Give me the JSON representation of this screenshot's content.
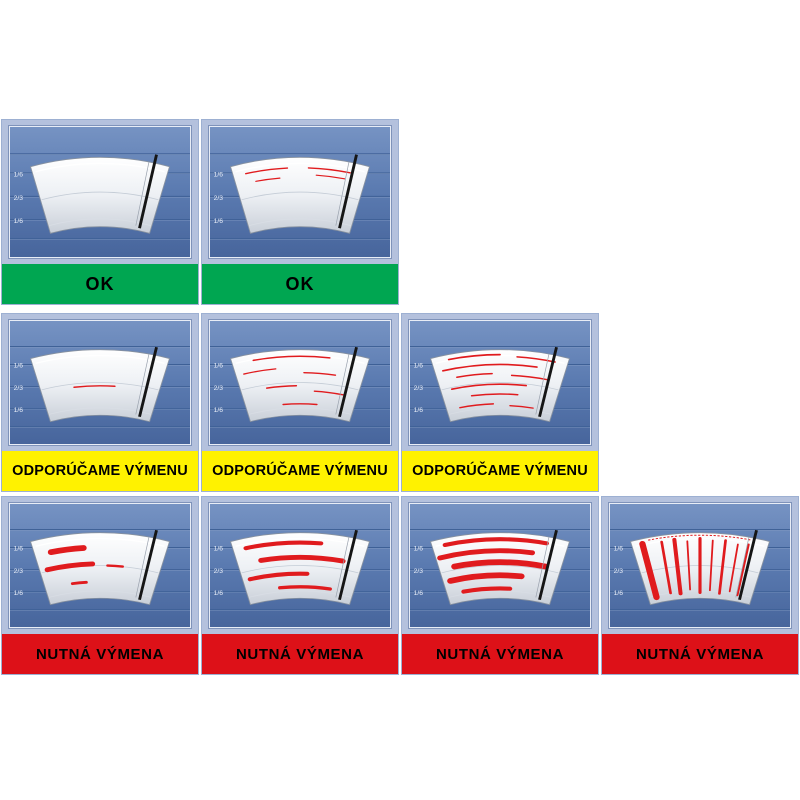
{
  "page": {
    "background": "#ffffff"
  },
  "colors": {
    "cell_background": "#b4c1dd",
    "screen_blue_top": "#7693c3",
    "screen_blue_bottom": "#47659c",
    "grid_line_blue": "#3a5c92",
    "band_green": "#00a651",
    "band_yellow": "#fff200",
    "band_red": "#dd1118",
    "label_text": "#000000",
    "scale_text": "#e9eef8",
    "streak_red": "#e01b1e",
    "blade_black": "#161616",
    "glass_light": "#ffffff",
    "glass_dark": "#c9cfd8"
  },
  "scale_labels": [
    "1/6",
    "2/3",
    "1/6"
  ],
  "rows": [
    {
      "id": "ok",
      "label": "OK",
      "band_color": "#00a651",
      "panels": [
        {
          "streaks": []
        },
        {
          "streaks": [
            {
              "r": 268,
              "a1": -13,
              "a2": -3,
              "w": 1.6
            },
            {
              "r": 268,
              "a1": 2,
              "a2": 12,
              "w": 1.6
            },
            {
              "r": 257,
              "a1": -11,
              "a2": -5,
              "w": 1.4
            },
            {
              "r": 260,
              "a1": 4,
              "a2": 11,
              "w": 1.4
            }
          ]
        }
      ]
    },
    {
      "id": "recommend-replacement",
      "label": "ODPORÚČAME VÝMENU",
      "band_color": "#fff200",
      "panels": [
        {
          "streaks": [
            {
              "r": 236,
              "a1": -7,
              "a2": 4,
              "w": 1.8
            }
          ]
        },
        {
          "streaks": [
            {
              "r": 272,
              "a1": -11,
              "a2": 7,
              "w": 1.8
            },
            {
              "r": 258,
              "a1": -14,
              "a2": -6,
              "w": 1.6
            },
            {
              "r": 252,
              "a1": 1,
              "a2": 9,
              "w": 1.6
            },
            {
              "r": 236,
              "a1": -9,
              "a2": -1,
              "w": 1.8
            },
            {
              "r": 230,
              "a1": 4,
              "a2": 12,
              "w": 1.6
            },
            {
              "r": 214,
              "a1": -5,
              "a2": 5,
              "w": 1.8
            }
          ]
        },
        {
          "streaks": [
            {
              "r": 274,
              "a1": -12,
              "a2": 0,
              "w": 2
            },
            {
              "r": 272,
              "a1": 4,
              "a2": 13,
              "w": 1.8
            },
            {
              "r": 262,
              "a1": -14,
              "a2": 9,
              "w": 2
            },
            {
              "r": 251,
              "a1": -11,
              "a2": -2,
              "w": 1.8
            },
            {
              "r": 249,
              "a1": 3,
              "a2": 12,
              "w": 1.8
            },
            {
              "r": 238,
              "a1": -13,
              "a2": 7,
              "w": 2
            },
            {
              "r": 226,
              "a1": -8,
              "a2": 5,
              "w": 1.8
            },
            {
              "r": 214,
              "a1": -12,
              "a2": -2,
              "w": 1.8
            },
            {
              "r": 212,
              "a1": 3,
              "a2": 10,
              "w": 1.6
            }
          ]
        }
      ]
    },
    {
      "id": "replacement-required",
      "label": "NUTNÁ VÝMENA",
      "band_color": "#dd1118",
      "panels": [
        {
          "streaks": [
            {
              "r": 262,
              "a1": -12,
              "a2": -4,
              "w": 7
            },
            {
              "r": 242,
              "a1": -14,
              "a2": -2,
              "w": 6
            },
            {
              "r": 240,
              "a1": 2,
              "a2": 6,
              "w": 3
            },
            {
              "r": 220,
              "a1": -8,
              "a2": -4,
              "w": 3.5
            }
          ]
        },
        {
          "streaks": [
            {
              "r": 268,
              "a1": -13,
              "a2": 5,
              "w": 5
            },
            {
              "r": 250,
              "a1": -10,
              "a2": 11,
              "w": 6
            },
            {
              "r": 230,
              "a1": -14,
              "a2": 2,
              "w": 5
            },
            {
              "r": 214,
              "a1": -6,
              "a2": 9,
              "w": 4
            }
          ]
        },
        {
          "streaks": [
            {
              "r": 272,
              "a1": -13,
              "a2": 11,
              "w": 5
            },
            {
              "r": 258,
              "a1": -15,
              "a2": 8,
              "w": 6
            },
            {
              "r": 244,
              "a1": -12,
              "a2": 12,
              "w": 7
            },
            {
              "r": 228,
              "a1": -14,
              "a2": 6,
              "w": 7
            },
            {
              "r": 212,
              "a1": -11,
              "a2": 3,
              "w": 5
            }
          ]
        },
        {
          "streaks": [
            {
              "type": "textband",
              "r": 277,
              "a1": -12,
              "a2": 12,
              "w": 1.2
            },
            {
              "type": "radial",
              "a": -13.5,
              "r1": 207,
              "r2": 274,
              "w": 7
            },
            {
              "type": "radial",
              "a": -9,
              "r1": 209,
              "r2": 272,
              "w": 3
            },
            {
              "type": "radial",
              "a": -6,
              "r1": 207,
              "r2": 273,
              "w": 4.5
            },
            {
              "type": "radial",
              "a": -3,
              "r1": 211,
              "r2": 270,
              "w": 2
            },
            {
              "type": "radial",
              "a": 0,
              "r1": 207,
              "r2": 273,
              "w": 3.5
            },
            {
              "type": "radial",
              "a": 3,
              "r1": 210,
              "r2": 271,
              "w": 2
            },
            {
              "type": "radial",
              "a": 6,
              "r1": 207,
              "r2": 272,
              "w": 3
            },
            {
              "type": "radial",
              "a": 9,
              "r1": 211,
              "r2": 269,
              "w": 2
            },
            {
              "type": "radial",
              "a": 11.5,
              "r1": 208,
              "r2": 271,
              "w": 2.5
            }
          ]
        }
      ]
    }
  ]
}
